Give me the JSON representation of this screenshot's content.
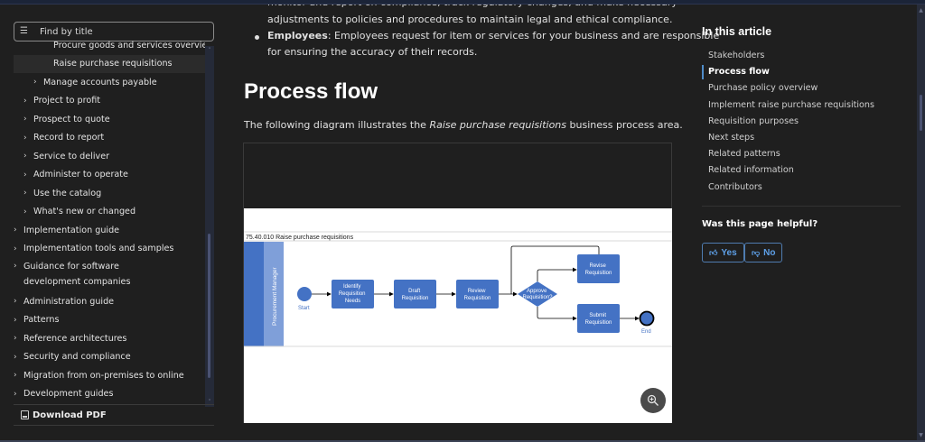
{
  "search": {
    "placeholder": "Find by title",
    "icon": "filter-search-icon"
  },
  "nav": {
    "items": [
      {
        "label": "Procure goods and services overview",
        "level": 3,
        "chevron": false
      },
      {
        "label": "Raise purchase requisitions",
        "level": 3,
        "chevron": false,
        "active": true
      },
      {
        "label": "Manage accounts payable",
        "level": 2,
        "chevron": true
      },
      {
        "label": "Project to profit",
        "level": 1,
        "chevron": true
      },
      {
        "label": "Prospect to quote",
        "level": 1,
        "chevron": true
      },
      {
        "label": "Record to report",
        "level": 1,
        "chevron": true
      },
      {
        "label": "Service to deliver",
        "level": 1,
        "chevron": true
      },
      {
        "label": "Administer to operate",
        "level": 1,
        "chevron": true
      },
      {
        "label": "Use the catalog",
        "level": 1,
        "chevron": true
      },
      {
        "label": "What's new or changed",
        "level": 1,
        "chevron": true
      },
      {
        "label": "Implementation guide",
        "level": 0,
        "chevron": true
      },
      {
        "label": "Implementation tools and samples",
        "level": 0,
        "chevron": true
      },
      {
        "label": "Guidance for software development companies",
        "level": 0,
        "chevron": true
      },
      {
        "label": "Administration guide",
        "level": 0,
        "chevron": true
      },
      {
        "label": "Patterns",
        "level": 0,
        "chevron": true
      },
      {
        "label": "Reference architectures",
        "level": 0,
        "chevron": true
      },
      {
        "label": "Security and compliance",
        "level": 0,
        "chevron": true
      },
      {
        "label": "Migration from on-premises to online",
        "level": 0,
        "chevron": true
      },
      {
        "label": "Development guides",
        "level": 0,
        "chevron": true
      }
    ],
    "chevron_glyph": "›",
    "download_label": "Download PDF"
  },
  "article": {
    "cut_line": "monitor and report on compliance, track regulatory changes, and make necessary",
    "line2": "adjustments to policies and procedures to maintain legal and ethical compliance.",
    "employees_term": "Employees",
    "employees_text": ": Employees request for item or services for your business and are responsible",
    "employees_line2": "for ensuring the accuracy of their records.",
    "heading": "Process flow",
    "intro_before": "The following diagram illustrates the ",
    "intro_italic": "Raise purchase requisitions",
    "intro_after": " business process area."
  },
  "diagram": {
    "title": "75.40.010 Raise purchase requisitions",
    "lane": "Procurement Manager",
    "start_label": "Start",
    "end_label": "End",
    "tasks": {
      "identify": [
        "Identify",
        "Requisition",
        "Needs"
      ],
      "draft": [
        "Draft",
        "Requisition"
      ],
      "review": [
        "Review",
        "Requisition"
      ],
      "approve": [
        "Approve",
        "Requisition?"
      ],
      "revise": [
        "Revise",
        "Requisition"
      ],
      "submit": [
        "Submit",
        "Requisition"
      ]
    },
    "colors": {
      "task": "#4472c4",
      "lane_dark": "#4472c4",
      "lane_light": "#7f9fd9",
      "text": "#ffffff"
    }
  },
  "toc": {
    "title": "In this article",
    "items": [
      {
        "label": "Stakeholders"
      },
      {
        "label": "Process flow",
        "active": true
      },
      {
        "label": "Purchase policy overview"
      },
      {
        "label": "Implement raise purchase requisitions"
      },
      {
        "label": "Requisition purposes"
      },
      {
        "label": "Next steps"
      },
      {
        "label": "Related patterns"
      },
      {
        "label": "Related information"
      },
      {
        "label": "Contributors"
      }
    ]
  },
  "feedback": {
    "question": "Was this page helpful?",
    "yes": "Yes",
    "no": "No"
  }
}
